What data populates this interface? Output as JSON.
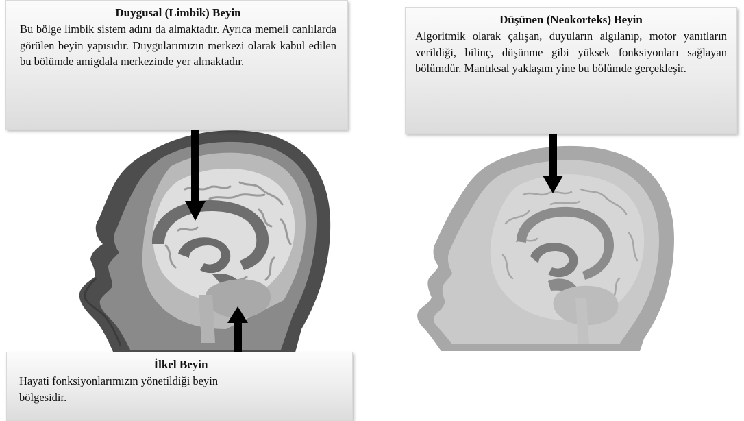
{
  "limbic": {
    "title": "Duygusal (Limbik) Beyin",
    "text": "Bu bölge limbik sistem adını da almaktadır. Ayrıca memeli canlılarda görülen beyin yapısıdır. Duygularımızın merkezi olarak kabul edilen bu bölümde amigdala merkezinde yer almaktadır."
  },
  "neocortex": {
    "title": "Düşünen (Neokorteks) Beyin",
    "text": "Algoritmik olarak çalışan, duyuların algılanıp, motor yanıtların verildiği, bilinç, düşünme gibi yüksek fonksiyonları sağlayan bölümdür. Mantıksal yaklaşım yine bu bölümde gerçekleşir."
  },
  "primal": {
    "title": "İlkel Beyin",
    "text_line1": "Hayati fonksiyonlarımızın yönetildiği beyin",
    "text_line2": "bölgesidir."
  },
  "colors": {
    "arrow": "#000000",
    "box_top": "#fbfbfb",
    "box_bottom": "#dcdcdc",
    "limbic_highlight": "#6e6e6e",
    "skull_dark": "#5a5a5a",
    "skull_light": "#c8c8c8"
  },
  "icons": [
    "left-brain-illustration",
    "right-brain-illustration",
    "down-arrow",
    "up-arrow"
  ]
}
